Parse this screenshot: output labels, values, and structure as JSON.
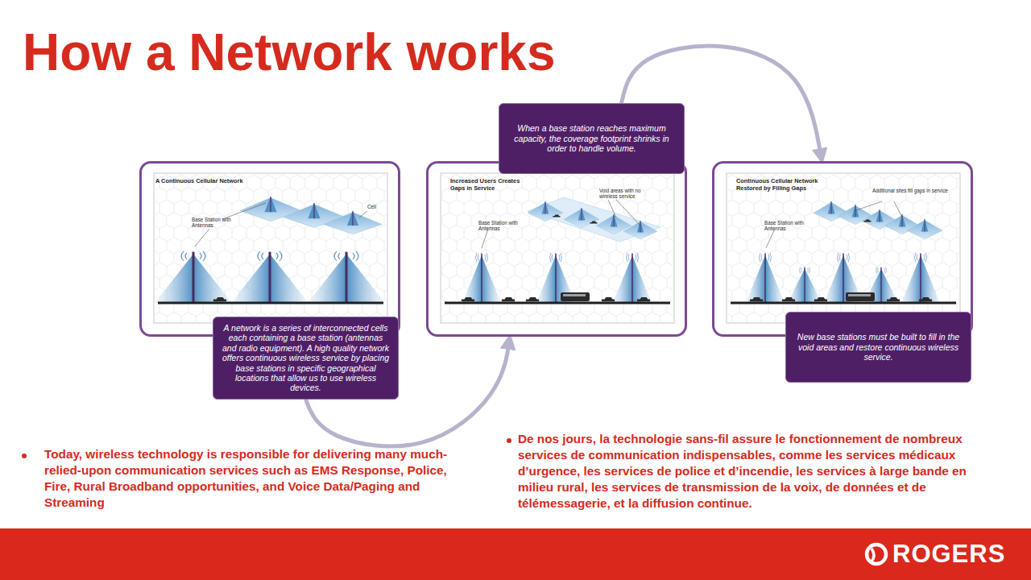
{
  "diagram": {
    "title": "How a Network works",
    "nodes": [
      {
        "text": [
          "A Continuous Cellular Network",
          "Base Station with Antennas",
          "Cell"
        ]
      },
      {
        "text": [
          "A network is a series of interconnected cells each containing a base station (antennas and radio equipment). A high quality network offers continuous wireless service by placing base stations in specific geographical locations that allow us to use wireless devices."
        ]
      },
      {
        "text": [
          "Increased Users Creates Gaps in Service",
          "Base Station with Antennas",
          "Void areas with no wireless service"
        ]
      },
      {
        "text": [
          "When a base station reaches maximum capacity, the coverage footprint shrinks in order to handle volume."
        ]
      },
      {
        "text": [
          "Continuous Cellular Network Restored by Filling Gaps",
          "Base Station with Antennas",
          "Additional sites fill gaps in service"
        ]
      },
      {
        "text": [
          "New base stations must be built to fill in the void areas and restore continuous wireless service."
        ]
      }
    ],
    "edges": [
      {
        "from": 1,
        "to": 2,
        "arrow": "to"
      },
      {
        "from": 3,
        "to": 4,
        "arrow": "to"
      }
    ],
    "labels": [
      "Today, wireless technology is responsible for delivering many much-relied-upon communication services such as EMS Response, Police, Fire, Rural Broadband opportunities, and Voice Data/Paging and Streaming",
      "De nos jours, la technologie sans-fil assure le fonctionnement de nombreux services de communication indispensables, comme les services médicaux d’urgence, les services de police et d’incendie, les services à large bande en milieu rural, les services de transmission de la voix, de données et de télémessagerie, et la diffusion continue.",
      "ROGERS"
    ]
  }
}
